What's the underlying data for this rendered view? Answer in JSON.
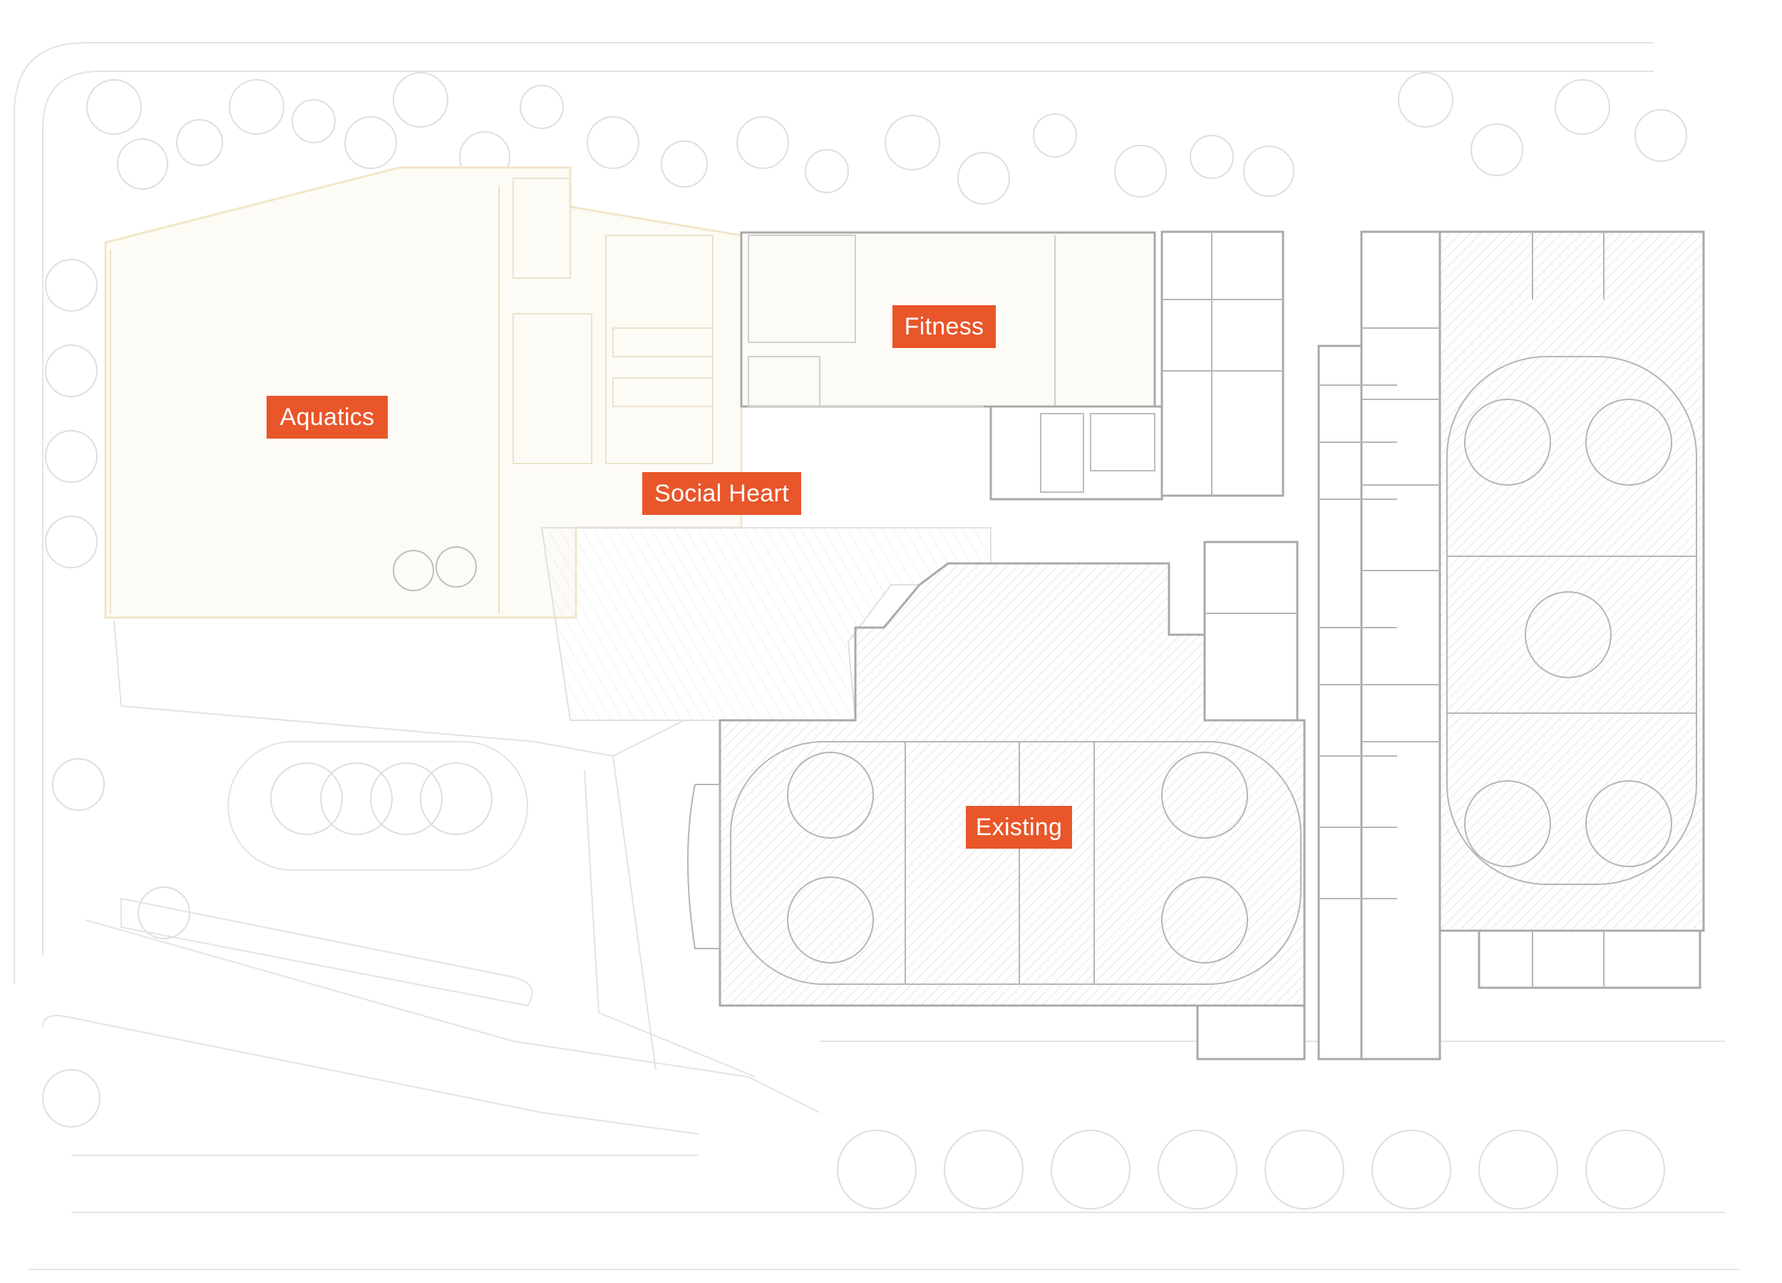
{
  "plan": {
    "zones": [
      {
        "name": "Aquatics",
        "color": "#e8562a"
      },
      {
        "name": "Fitness",
        "color": "#e8562a"
      },
      {
        "name": "Social Heart",
        "color": "#e8562a"
      },
      {
        "name": "Existing",
        "color": "#e8562a"
      }
    ],
    "colors": {
      "label_bg": "#e8562a",
      "label_text": "#ffffff",
      "linework": "#c9c9c9",
      "new_fill": "#fdfbf5",
      "existing_fill": "#f3f3f3"
    }
  }
}
